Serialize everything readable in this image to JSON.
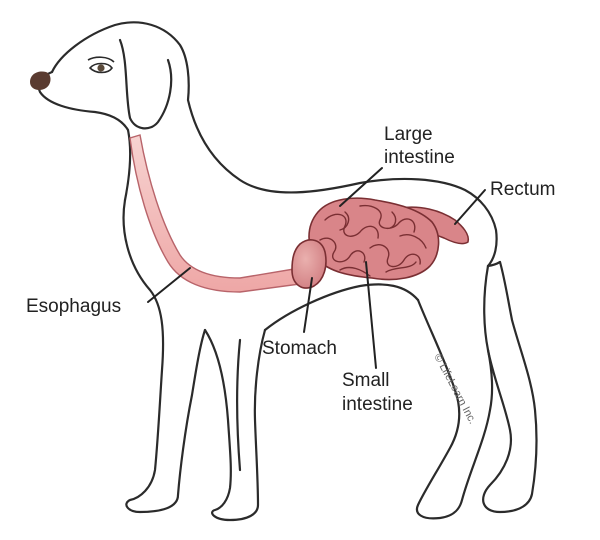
{
  "labels": {
    "large_intestine_1": "Large",
    "large_intestine_2": "intestine",
    "rectum": "Rectum",
    "esophagus": "Esophagus",
    "stomach": "Stomach",
    "small_intestine_1": "Small",
    "small_intestine_2": "intestine"
  },
  "copyright": "© LifeLearn Inc.",
  "colors": {
    "organ_fill": "#d98589",
    "organ_dark": "#b85a60",
    "esophagus_fill": "#f2b7b5",
    "nose": "#5a3b30"
  }
}
